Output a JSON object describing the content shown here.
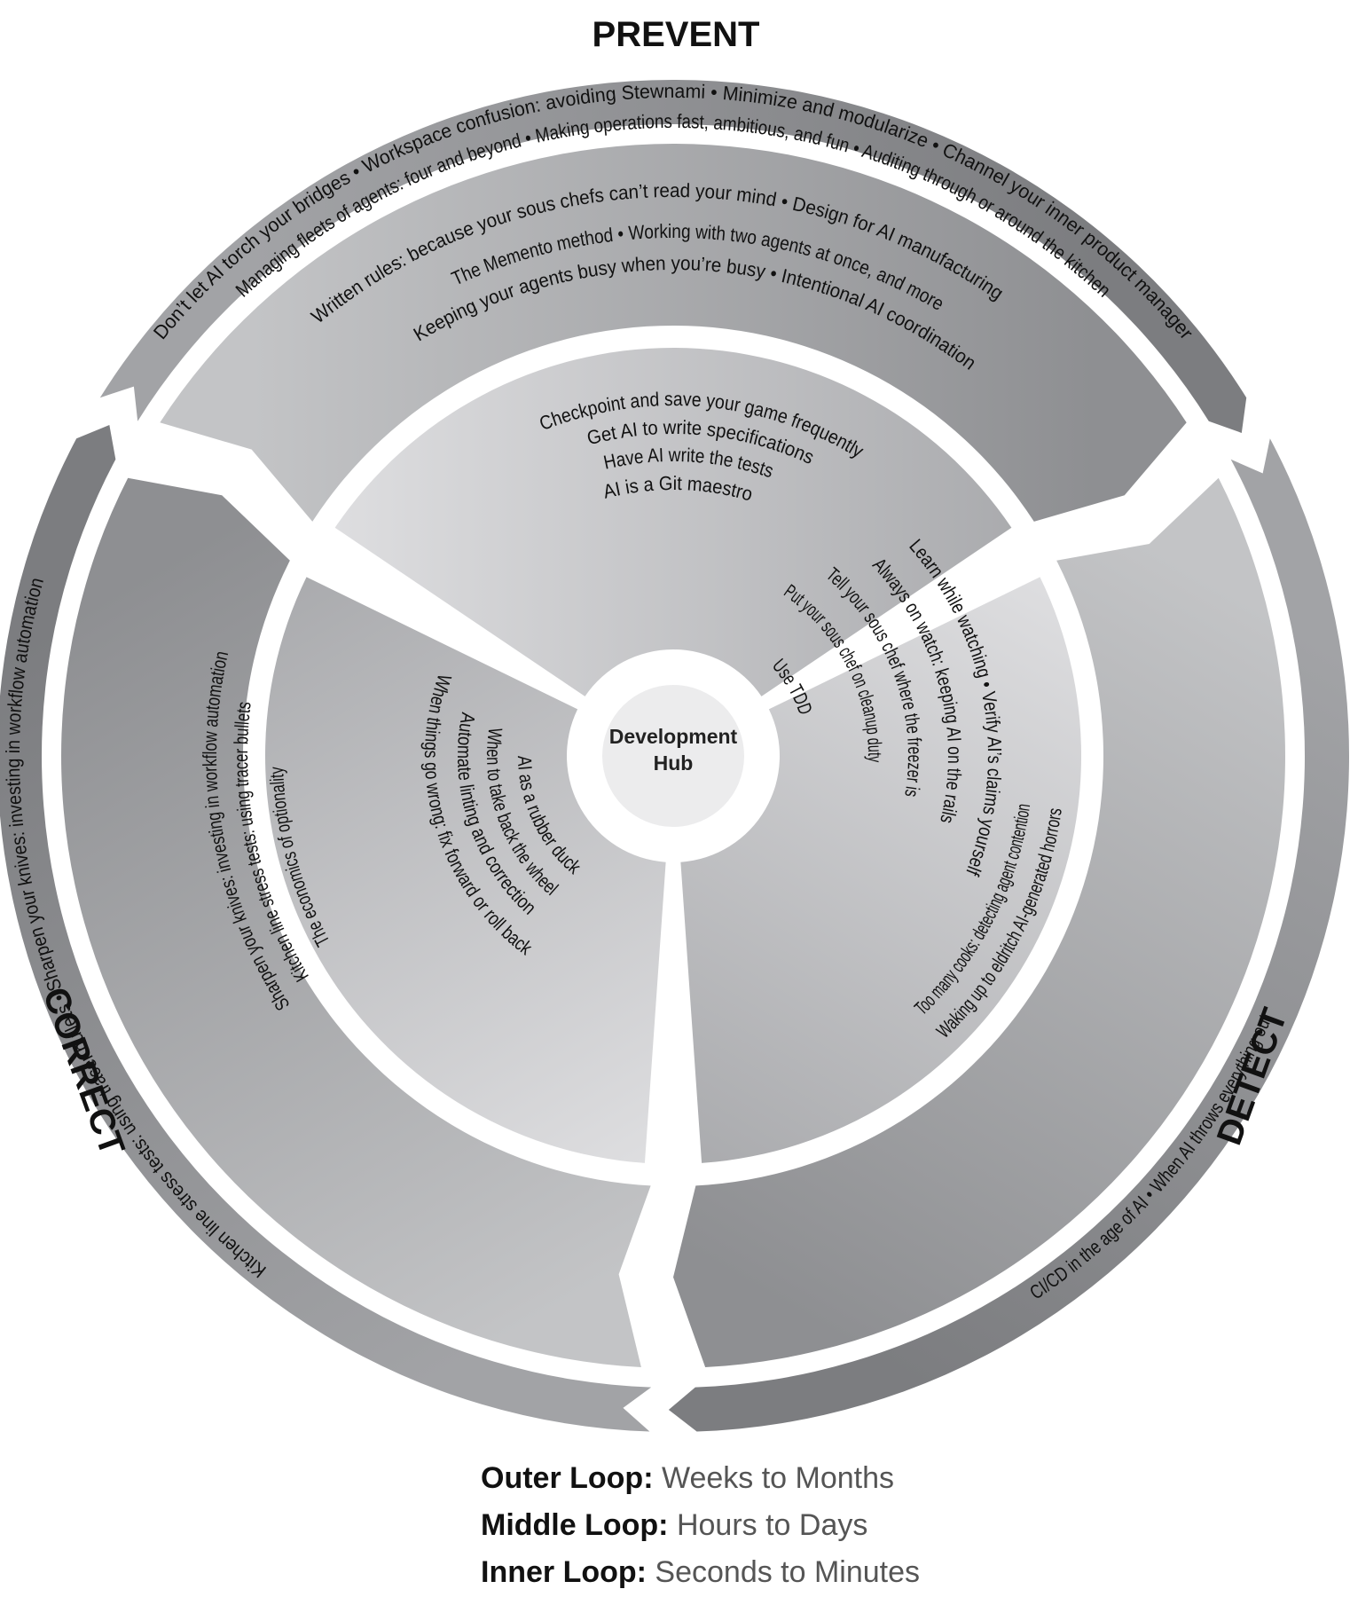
{
  "phases": {
    "prevent": "PREVENT",
    "detect": "DETECT",
    "correct": "CORRECT"
  },
  "hub": {
    "line1": "Development",
    "line2": "Hub"
  },
  "outer": {
    "prevent": [
      "Don’t let AI torch your bridges • Workspace confusion: avoiding Stewnami • Minimize and modularize • Channel your inner product manager",
      "Managing fleets of agents: four and beyond • Making operations fast, ambitious, and fun • Auditing through or around the kitchen"
    ],
    "detect": [
      "CI/CD in the age of AI • When AI throws everything out"
    ],
    "correct": [
      "Kitchen line stress tests: using tracer bullets • Sharpen your knives: investing in workflow automation"
    ]
  },
  "middle": {
    "prevent": [
      "Written rules: because your sous chefs can’t read your mind • Design for AI manufacturing",
      "The Memento method • Working with two agents at once, and more",
      "Keeping your agents busy when you’re busy • Intentional AI coordination"
    ],
    "detect": [
      "Waking up to eldritch AI-generated horrors",
      "Too many cooks: detecting agent contention"
    ],
    "correct": [
      "The economics of optionality",
      "Kitchen line stress tests: using tracer bullets",
      "Sharpen your knives: investing in workflow automation"
    ]
  },
  "inner": {
    "prevent": [
      "Checkpoint and save your game frequently",
      "Get AI to write specifications",
      "Have AI write the tests",
      "AI is a Git maestro"
    ],
    "detect": [
      "Use TDD",
      "Put your sous chef on cleanup duty",
      "Tell your sous chef where the freezer is",
      "Always on watch: keeping AI on the rails",
      "Learn while watching • Verify AI’s claims yourself"
    ],
    "correct": [
      "AI as a rubber duck",
      "When to take back the wheel",
      "Automate linting and correction",
      "When things go wrong: fix forward or roll back"
    ]
  },
  "legend": [
    {
      "key": "Outer Loop:",
      "value": "Weeks to Months"
    },
    {
      "key": "Middle Loop:",
      "value": "Hours to Days"
    },
    {
      "key": "Inner Loop:",
      "value": "Seconds to Minutes"
    }
  ],
  "colors": {
    "outer_dark": "#7c7d80",
    "outer_light": "#a2a3a6",
    "middle_dark": "#8e8f92",
    "middle_light": "#c3c4c6",
    "inner_dark": "#a4a5a8",
    "inner_light": "#e4e4e6",
    "hub_fill": "#ececed"
  }
}
